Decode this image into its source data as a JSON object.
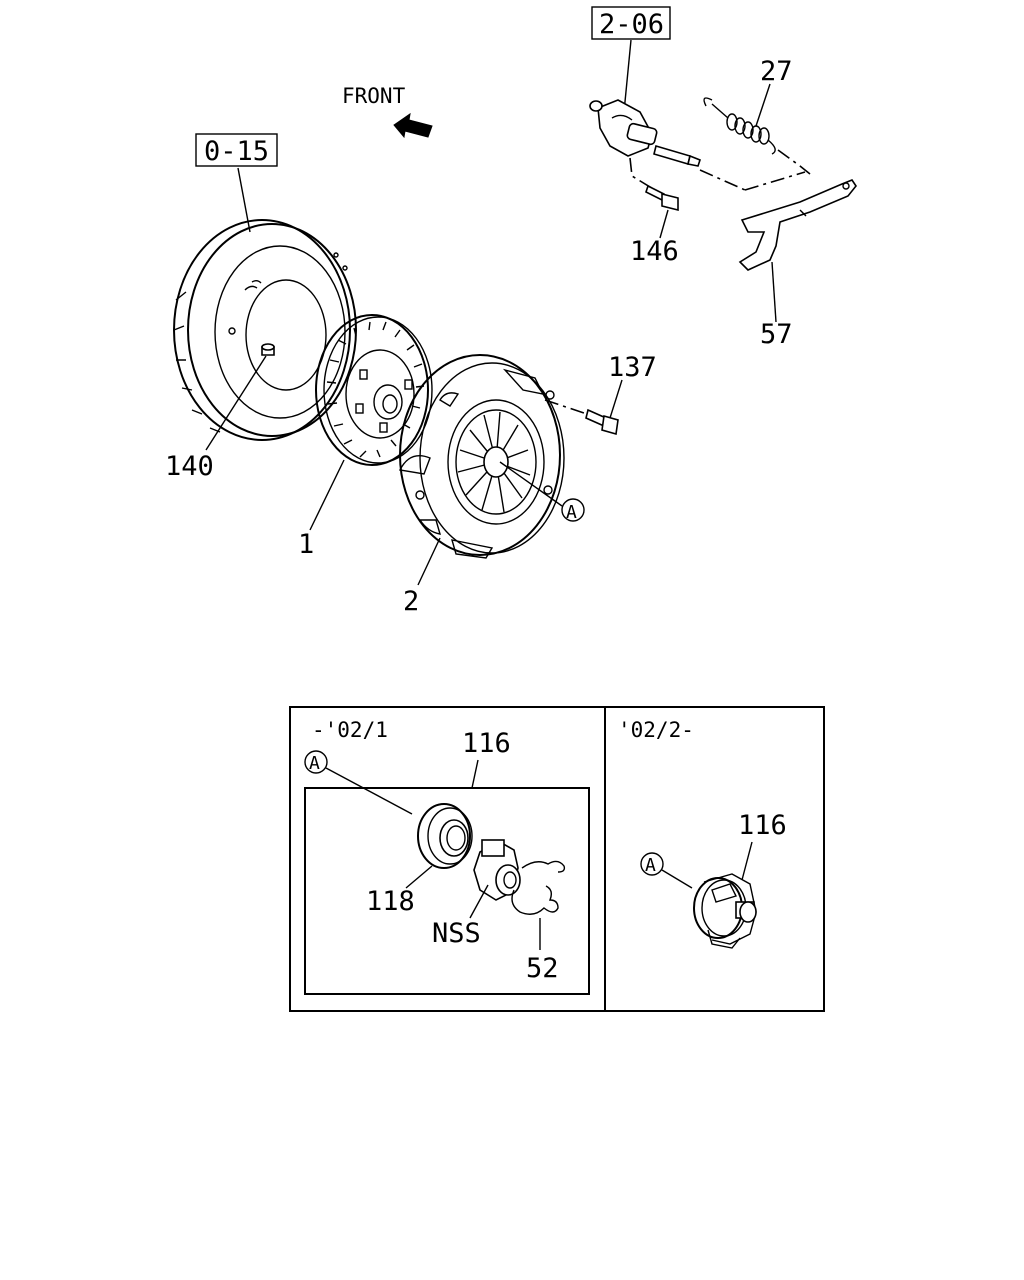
{
  "labels": {
    "front": "FRONT",
    "ref_0_15": "0-15",
    "ref_2_06": "2-06",
    "p27": "27",
    "p146": "146",
    "p57": "57",
    "p137": "137",
    "p140": "140",
    "p1": "1",
    "p2": "2",
    "callout_a": "A"
  },
  "inset_left": {
    "date_range": "-'02/1",
    "p116": "116",
    "callout_a": "A",
    "p118": "118",
    "nss": "NSS",
    "p52": "52"
  },
  "inset_right": {
    "date_range": "'02/2-",
    "p116": "116",
    "callout_a": "A"
  }
}
